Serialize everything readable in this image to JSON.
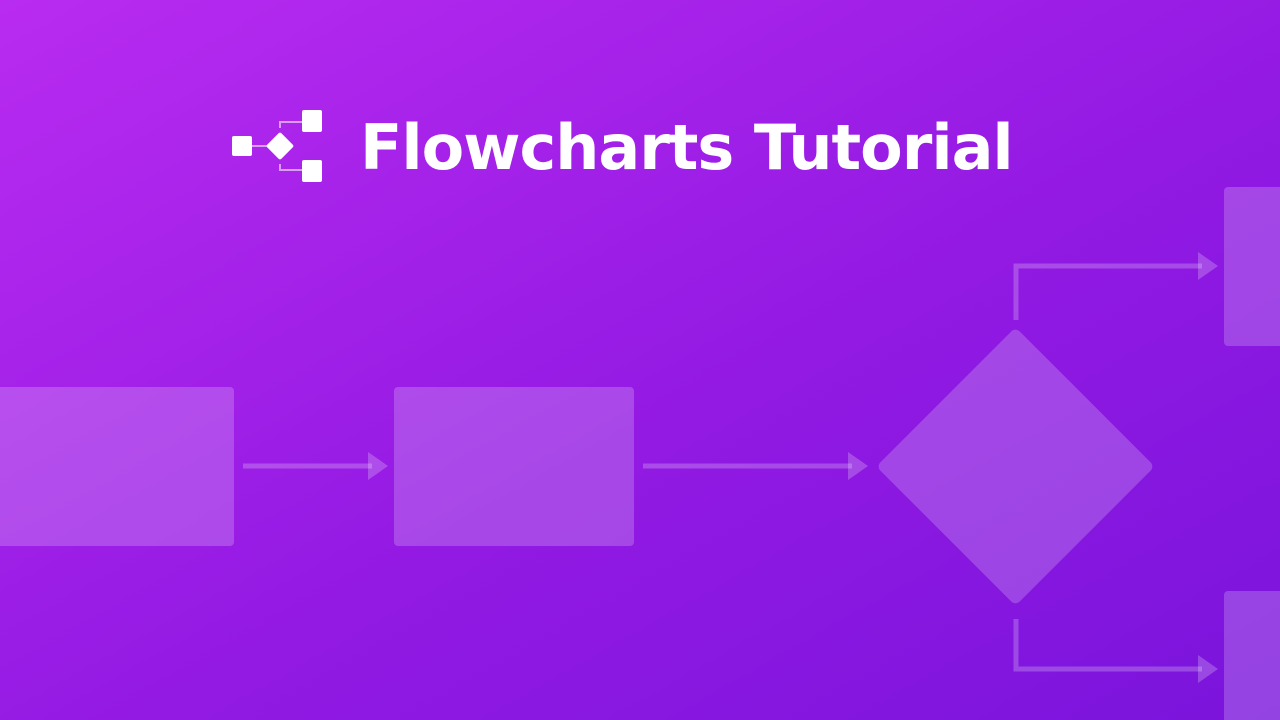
{
  "thumbnail": {
    "title": "Flowcharts Tutorial",
    "logo_icon": "flowchart-icon",
    "colors": {
      "background_start": "#b82af0",
      "background_end": "#7d15dd",
      "shape_fill": "#ffffff",
      "text": "#ffffff"
    }
  },
  "diagram": {
    "nodes": [
      {
        "id": "process-1",
        "shape": "rectangle"
      },
      {
        "id": "process-2",
        "shape": "rectangle"
      },
      {
        "id": "decision",
        "shape": "diamond"
      },
      {
        "id": "branch-top",
        "shape": "rectangle"
      },
      {
        "id": "branch-bottom",
        "shape": "rectangle"
      }
    ],
    "edges": [
      {
        "from": "process-1",
        "to": "process-2"
      },
      {
        "from": "process-2",
        "to": "decision"
      },
      {
        "from": "decision",
        "to": "branch-top"
      },
      {
        "from": "decision",
        "to": "branch-bottom"
      }
    ]
  }
}
